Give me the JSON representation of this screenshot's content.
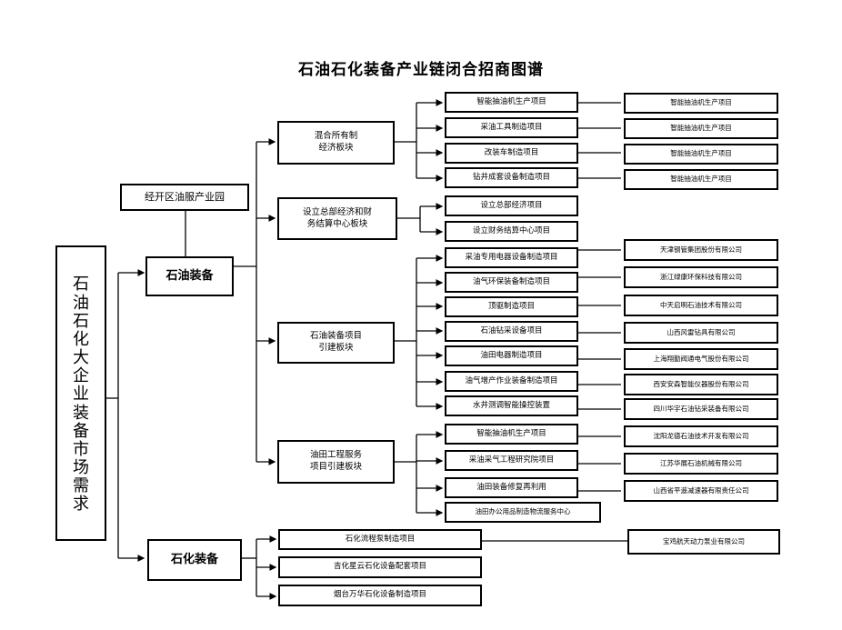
{
  "title": "石油石化装备产业链闭合招商图谱",
  "root": "石油石化大企业装备市场需求",
  "park": "经开区油服产业园",
  "petroleum": {
    "label": "石油装备",
    "sections": {
      "mixed": "混合所有制\n经济板块",
      "hq": "设立总部经济和财\n务结算中心板块",
      "equipment": "石油装备项目\n引建板块",
      "oilfield": "油田工程服务\n项目引建板块"
    },
    "mixed_projects": [
      "智能抽油机生产项目",
      "采油工具制造项目",
      "改装车制造项目",
      "钻井成套设备制造项目"
    ],
    "mixed_companies": [
      "智能抽油机生产项目",
      "智能抽油机生产项目",
      "智能抽油机生产项目",
      "智能抽油机生产项目"
    ],
    "hq_projects": [
      "设立总部经济项目",
      "设立财务结算中心项目"
    ],
    "equipment_projects": [
      "采油专用电器设备制造项目",
      "油气环保装备制造项目",
      "顶驱制造项目",
      "石油钻采设备项目",
      "油田电器制造项目",
      "油气增产作业装备制造项目",
      "水井测调智能操控装置"
    ],
    "equipment_companies": [
      "天津钢管集团股份有限公司",
      "浙江绿康环保科技有限公司",
      "中天启明石油技术有限公司",
      "山西风雷钻具有限公司",
      "上海翔勤阀通电气股份有限公司",
      "西安安森智能仪器股份有限公司",
      "四川华宇石油钻采装备有限公司"
    ],
    "oilfield_projects": [
      "智能抽油机生产项目",
      "采油采气工程研究院项目",
      "油田装备修复再利用",
      "油田办公用品制造物流服务中心"
    ],
    "oilfield_companies": [
      "沈阳龙德石油技术开发有限公司",
      "江苏华展石油机械有限公司",
      "山西省平遥减速器有限责任公司"
    ]
  },
  "petrochemical": {
    "label": "石化装备",
    "projects": [
      "石化流程泵制造项目",
      "吉化星云石化设备配套项目",
      "烟台万华石化设备制造项目"
    ],
    "company": "宝鸡航天动力泵业有限公司"
  }
}
